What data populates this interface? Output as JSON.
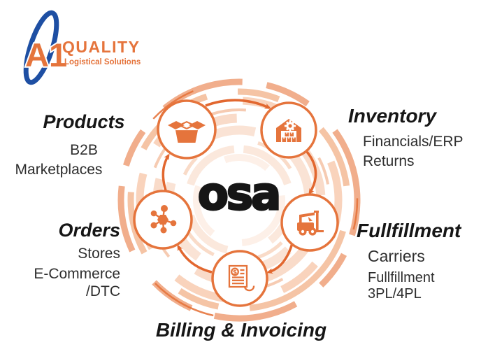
{
  "brand": {
    "mark": "A1",
    "name": "QUALITY",
    "tagline": "Logistical Solutions",
    "orange": "#E5743C",
    "blue": "#1E4FA3"
  },
  "center_logo": {
    "text": "osa",
    "color": "#161616"
  },
  "diagram": {
    "accent_color": "#E5743C",
    "flow": "clockwise",
    "invoice_dollar_sign": "$",
    "nodes": [
      {
        "id": "products",
        "icon": "open-box-icon",
        "heading": "Products",
        "subitems": [
          "B2B",
          "Marketplaces"
        ]
      },
      {
        "id": "inventory",
        "icon": "warehouse-icon",
        "heading": "Inventory",
        "subitems": [
          "Financials/ERP",
          "Returns"
        ]
      },
      {
        "id": "fullfillment",
        "icon": "forklift-icon",
        "heading": "Fullfillment",
        "subitems": [
          "Carriers",
          "Fullfillment",
          "3PL/4PL"
        ]
      },
      {
        "id": "billing-invoicing",
        "icon": "invoice-icon",
        "heading": "Billing & Invoicing",
        "subitems": []
      },
      {
        "id": "orders",
        "icon": "network-hub-icon",
        "heading": "Orders",
        "subitems": [
          "Stores",
          "E-Commerce",
          "/DTC"
        ]
      }
    ]
  }
}
